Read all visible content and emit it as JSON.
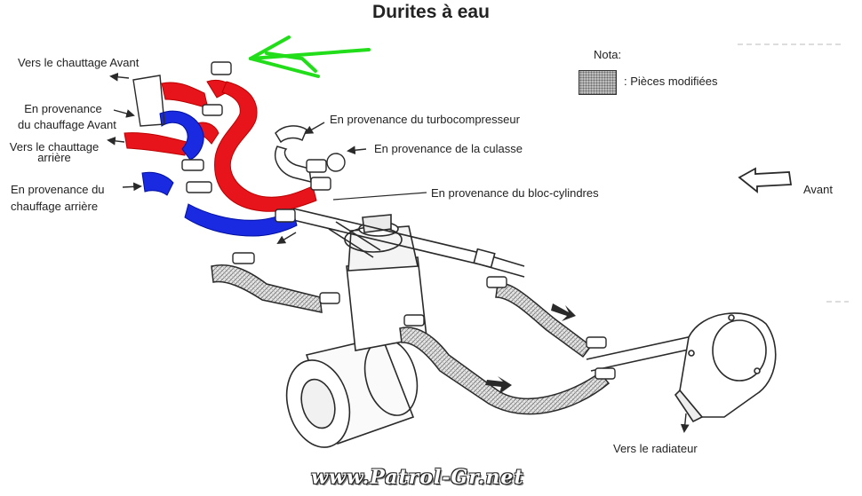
{
  "title": "Durites à eau",
  "legend": {
    "heading": "Nota:",
    "swatch_label": ": Pièces modifiées"
  },
  "labels": {
    "vers_chauffage_avant": "Vers le chauttage Avant",
    "provenance_chauffage_avant_1": "En provenance",
    "provenance_chauffage_avant_2": "du chauffage Avant",
    "vers_chauffage_arriere_1": "Vers le chauttage",
    "vers_chauffage_arriere_2": "arrière",
    "provenance_chauffage_arriere_1": "En provenance du",
    "provenance_chauffage_arriere_2": "chauffage arrière",
    "turbocompresseur": "En provenance du turbocompresseur",
    "culasse": "En provenance de la culasse",
    "bloc_cylindres": "En provenance du bloc-cylindres",
    "avant": "Avant",
    "radiateur": "Vers le radiateur"
  },
  "watermark": "www.Patrol-Gr.net",
  "colors": {
    "hot_hose": "#e8141c",
    "cold_hose": "#1a2ae0",
    "highlight_arrow": "#22dd1a",
    "line": "#2a2a2a",
    "hatch": "#9a9a9a"
  }
}
